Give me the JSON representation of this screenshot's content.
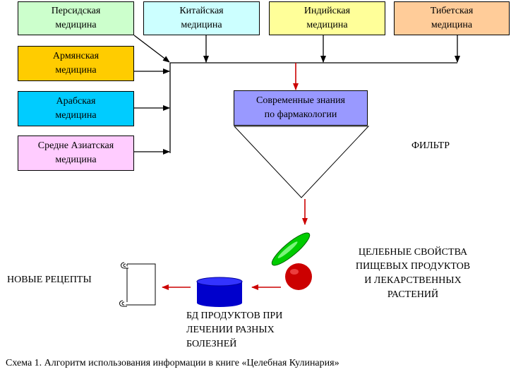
{
  "sources_top": [
    {
      "label": "Персидская\nмедицина",
      "color": "#ccffcc"
    },
    {
      "label": "Китайская\nмедицина",
      "color": "#ccffff"
    },
    {
      "label": "Индийская\nмедицина",
      "color": "#ffff99"
    },
    {
      "label": "Тибетская\nмедицина",
      "color": "#ffcc99"
    }
  ],
  "sources_left": [
    {
      "label": "Армянская\nмедицина",
      "color": "#ffcc00"
    },
    {
      "label": "Арабская\nмедицина",
      "color": "#00ccff"
    },
    {
      "label": "Средне Азиатская\nмедицина",
      "color": "#ffccff"
    }
  ],
  "knowledge": {
    "label": "Современные знания\nпо фармакологии",
    "color": "#9999ff"
  },
  "filter_label": "ФИЛЬТР",
  "properties_label": "ЦЕЛЕБНЫЕ СВОЙСТВА\nПИЩЕВЫХ ПРОДУКТОВ\nИ ЛЕКАРСТВЕННЫХ\nРАСТЕНИЙ",
  "db_label": "БД ПРОДУКТОВ ПРИ\nЛЕЧЕНИИ РАЗНЫХ\nБОЛЕЗНЕЙ",
  "recipes_label": "НОВЫЕ РЕЦЕПТЫ",
  "caption": "Схема 1. Алгоритм использования информации в книге «Целебная Кулинария»",
  "colors": {
    "arrow_red": "#cc0000",
    "db_blue": "#0000cc",
    "apple_red": "#cc0000",
    "leaf_green": "#00cc00"
  }
}
